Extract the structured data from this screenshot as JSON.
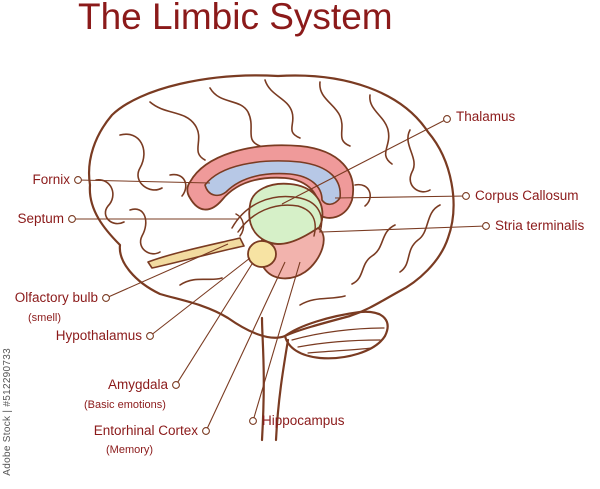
{
  "title": "The Limbic System",
  "labels": {
    "thalamus": "Thalamus",
    "corpus_callosum": "Corpus Callosum",
    "stria_terminalis": "Stria terminalis",
    "fornix": "Fornix",
    "septum": "Septum",
    "olfactory_bulb": "Olfactory bulb",
    "olfactory_note": "(smell)",
    "hypothalamus": "Hypothalamus",
    "amygdala": "Amygdala",
    "amygdala_note": "(Basic emotions)",
    "entorhinal_cortex": "Entorhinal Cortex",
    "entorhinal_note": "(Memory)",
    "hippocampus": "Hippocampus"
  },
  "watermark": "Adobe Stock | #512290733",
  "colors": {
    "outline": "#7a3b22",
    "label_text": "#8b1a1a",
    "corpus_callosum_fill": "#ef9a9a",
    "fornix_band_fill": "#b7c8e6",
    "thalamus_fill": "#d6f0c8",
    "hippocampus_fill": "#f2b3ad",
    "amygdala_fill": "#f7e3a3",
    "olfactory_fill": "#f2dba0"
  }
}
